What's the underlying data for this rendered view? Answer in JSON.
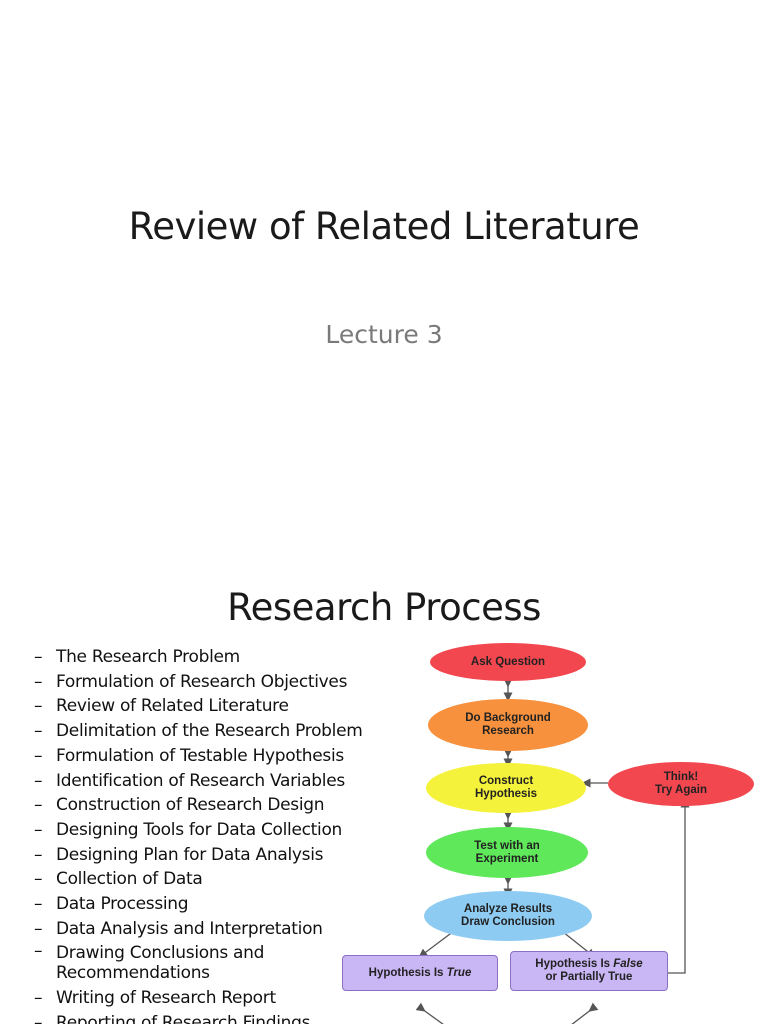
{
  "slide1": {
    "title": "Review of Related Literature",
    "subtitle": "Lecture 3"
  },
  "slide2": {
    "title": "Research Process",
    "steps": [
      "The Research Problem",
      "Formulation of Research Objectives",
      "Review of Related Literature",
      "Delimitation of the Research Problem",
      "Formulation of Testable Hypothesis",
      "Identification of Research Variables",
      "Construction of Research Design",
      "Designing Tools for Data Collection",
      "Designing Plan for Data Analysis",
      "Collection of Data",
      "Data Processing",
      "Data Analysis and Interpretation",
      "Drawing Conclusions and",
      "Recommendations",
      "Writing of Research Report",
      "Reporting of Research Findings"
    ],
    "dash": "–",
    "flowchart": {
      "ask_question": "Ask Question",
      "background_line1": "Do Background",
      "background_line2": "Research",
      "construct_line1": "Construct",
      "construct_line2": "Hypothesis",
      "think_line1": "Think!",
      "think_line2": "Try Again",
      "test_line1": "Test with an",
      "test_line2": "Experiment",
      "analyze_line1": "Analyze Results",
      "analyze_line2": "Draw Conclusion",
      "true_prefix": "Hypothesis Is ",
      "true_em": "True",
      "false_prefix": "Hypothesis Is ",
      "false_em": "False",
      "false_line2": "or Partially True",
      "colors": {
        "red": "#f2474f",
        "orange": "#f7913d",
        "yellow": "#f4f23a",
        "green": "#5ee85a",
        "blue": "#8ecbf2",
        "purple": "#c9b6f5"
      }
    }
  }
}
